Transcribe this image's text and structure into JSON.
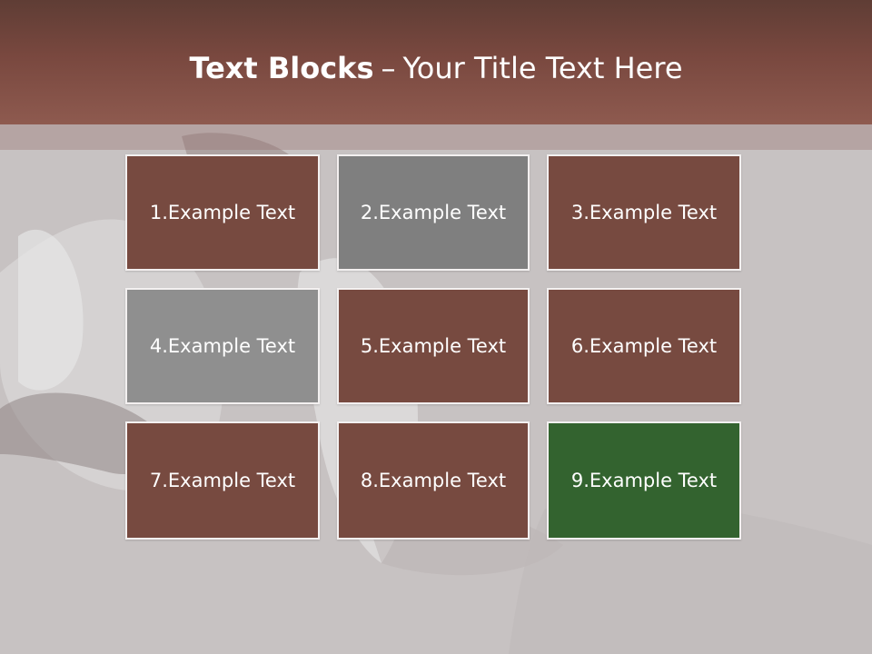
{
  "slide": {
    "title_bold": "Text Blocks",
    "title_separator": "–",
    "title_rest": "Your Title Text Here"
  },
  "colors": {
    "brown": "#774a40",
    "gray_dark": "#7f7f7f",
    "gray_light": "#8f8f8f",
    "green": "#33632f"
  },
  "blocks": [
    {
      "label": "1.Example Text",
      "color": "#774a40"
    },
    {
      "label": "2.Example Text",
      "color": "#7f7f7f"
    },
    {
      "label": "3.Example Text",
      "color": "#774a40"
    },
    {
      "label": "4.Example Text",
      "color": "#8f8f8f"
    },
    {
      "label": "5.Example Text",
      "color": "#774a40"
    },
    {
      "label": "6.Example Text",
      "color": "#774a40"
    },
    {
      "label": "7.Example Text",
      "color": "#774a40"
    },
    {
      "label": "8.Example Text",
      "color": "#774a40"
    },
    {
      "label": "9.Example Text",
      "color": "#33632f"
    }
  ]
}
